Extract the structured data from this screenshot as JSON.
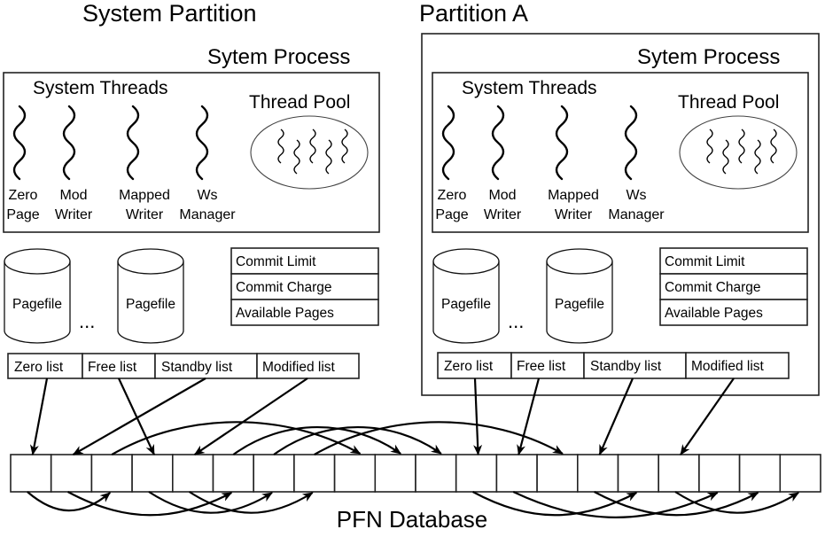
{
  "diagram": {
    "partitions": [
      {
        "id": "system",
        "title": "System Partition",
        "process_title": "Sytem Process",
        "threads_title": "System Threads",
        "thread_pool_title": "Thread Pool",
        "threads": [
          {
            "line1": "Zero",
            "line2": "Page"
          },
          {
            "line1": "Mod",
            "line2": "Writer"
          },
          {
            "line1": "Mapped",
            "line2": "Writer"
          },
          {
            "line1": "Ws",
            "line2": "Manager"
          }
        ],
        "pagefiles": [
          "Pagefile",
          "Pagefile"
        ],
        "ellipsis": "...",
        "commit_boxes": [
          "Commit Limit",
          "Commit Charge",
          "Available Pages"
        ],
        "lists": [
          "Zero list",
          "Free list",
          "Standby list",
          "Modified list"
        ]
      },
      {
        "id": "partition-a",
        "title": "Partition A",
        "process_title": "Sytem Process",
        "threads_title": "System Threads",
        "thread_pool_title": "Thread Pool",
        "threads": [
          {
            "line1": "Zero",
            "line2": "Page"
          },
          {
            "line1": "Mod",
            "line2": "Writer"
          },
          {
            "line1": "Mapped",
            "line2": "Writer"
          },
          {
            "line1": "Ws",
            "line2": "Manager"
          }
        ],
        "pagefiles": [
          "Pagefile",
          "Pagefile"
        ],
        "ellipsis": "...",
        "commit_boxes": [
          "Commit Limit",
          "Commit Charge",
          "Available Pages"
        ],
        "lists": [
          "Zero list",
          "Free list",
          "Standby list",
          "Modified list"
        ]
      }
    ],
    "pfn_database": {
      "label": "PFN Database",
      "cell_count": 20,
      "list_heads": [
        {
          "partition": 0,
          "list": "Zero list",
          "target_cell": 0
        },
        {
          "partition": 0,
          "list": "Free list",
          "target_cell": 3
        },
        {
          "partition": 0,
          "list": "Standby list",
          "target_cell": 1
        },
        {
          "partition": 0,
          "list": "Modified list",
          "target_cell": 4
        },
        {
          "partition": 1,
          "list": "Zero list",
          "target_cell": 11
        },
        {
          "partition": 1,
          "list": "Free list",
          "target_cell": 12
        },
        {
          "partition": 1,
          "list": "Standby list",
          "target_cell": 14
        },
        {
          "partition": 1,
          "list": "Modified list",
          "target_cell": 16
        }
      ],
      "top_links": [
        {
          "from": 2,
          "to": 8
        },
        {
          "from": 5,
          "to": 9
        },
        {
          "from": 6,
          "to": 10
        },
        {
          "from": 7,
          "to": 13
        }
      ],
      "bottom_links": [
        {
          "from": 0,
          "to": 2
        },
        {
          "from": 1,
          "to": 5
        },
        {
          "from": 3,
          "to": 6
        },
        {
          "from": 4,
          "to": 7
        },
        {
          "from": 11,
          "to": 15
        },
        {
          "from": 12,
          "to": 17
        },
        {
          "from": 14,
          "to": 18
        },
        {
          "from": 16,
          "to": 19
        }
      ]
    }
  }
}
